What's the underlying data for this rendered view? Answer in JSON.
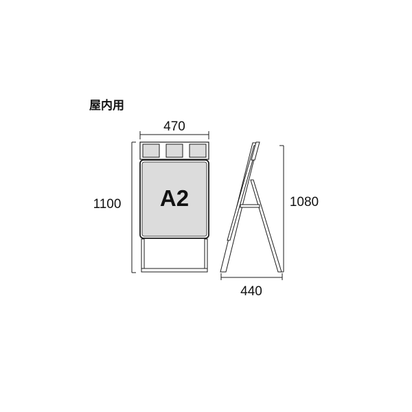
{
  "title": "屋内用",
  "front_view": {
    "width_label": "470",
    "height_label": "1100",
    "poster_label": "A2"
  },
  "side_view": {
    "height_label": "1080",
    "depth_label": "440"
  },
  "colors": {
    "line": "#1a1a1a",
    "panel_fill": "#dcdcdc",
    "background": "#ffffff",
    "text": "#111111"
  }
}
